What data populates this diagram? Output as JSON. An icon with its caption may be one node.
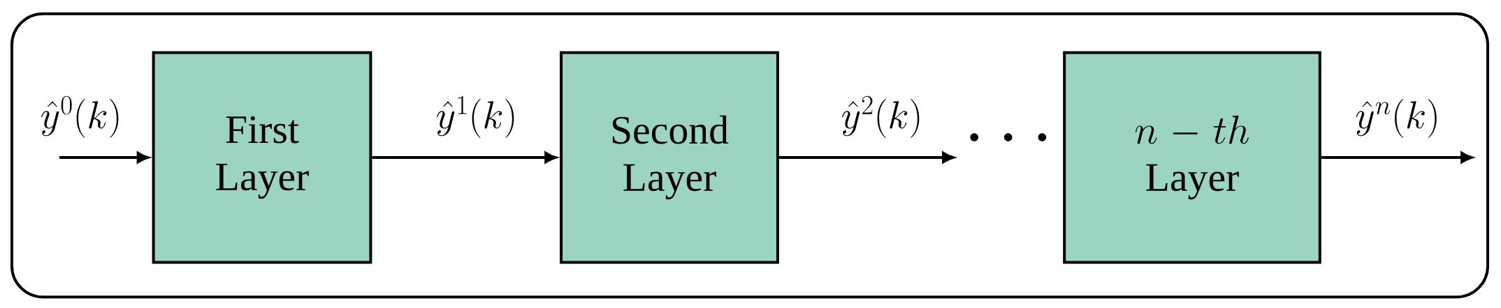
{
  "diagram": {
    "nodes": [
      {
        "text": [],
        "shape": "box"
      },
      {
        "text": [
          "First Layer"
        ],
        "in": 0
      },
      {
        "text": [
          "Second Layer"
        ],
        "in": 0
      },
      {
        "text": [
          "n-th",
          "Layer"
        ],
        "in": 0
      }
    ],
    "edges": [
      {
        "from": null,
        "to": 1,
        "arrow": "to",
        "label": "\\hat{y}^{0}(k)"
      },
      {
        "from": 1,
        "to": 2,
        "arrow": "to",
        "label": "\\hat{y}^{1}(k)"
      },
      {
        "from": 2,
        "to": null,
        "arrow": "to",
        "label": "\\hat{y}^{2}(k)"
      },
      {
        "from": 3,
        "to": null,
        "arrow": "to",
        "label": "\\hat{y}^{n}(k)"
      }
    ],
    "labels": [
      "\\cdots"
    ]
  }
}
